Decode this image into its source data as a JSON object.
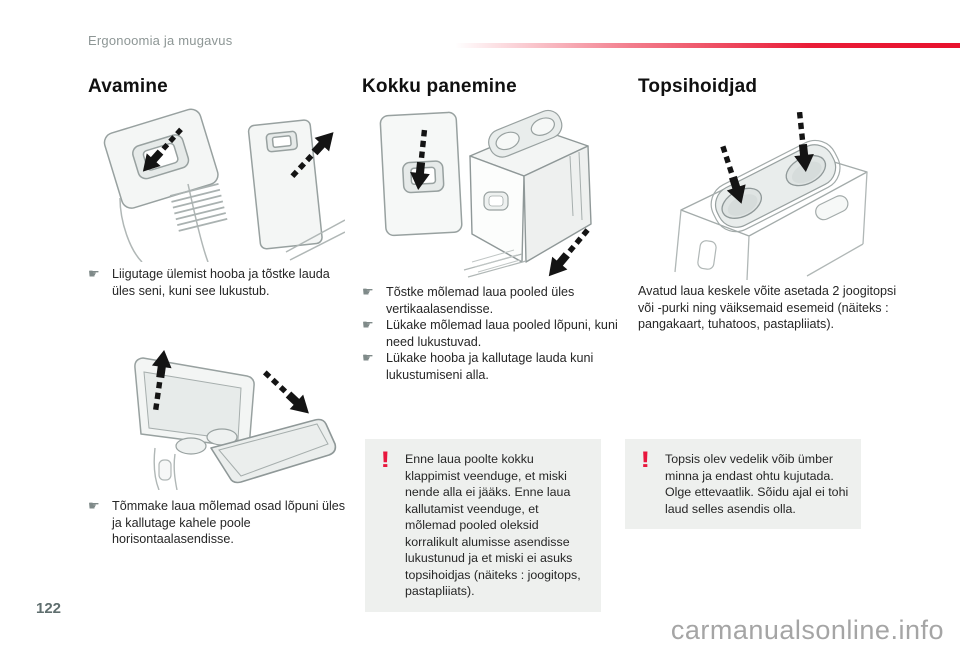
{
  "page": {
    "header_label": "Ergonoomia ja mugavus",
    "page_number": "122",
    "watermark": "carmanualsonline.info"
  },
  "icons": {
    "step_bullet": "☛",
    "warning_mark": "!"
  },
  "colors": {
    "accent_red": "#e8112d",
    "warning_red": "#e8173d",
    "warning_box_bg": "#eef0ee",
    "header_gray": "#8d9695",
    "page_number_gray": "#5f6e6e",
    "watermark_gray": "#a5a5a5",
    "lineart_gray": "#98a1a0"
  },
  "sections": {
    "avamine": {
      "title": "Avamine",
      "steps": [
        "Liigutage ülemist hooba ja tõstke lauda üles seni, kuni see lukustub.",
        "Tõmmake laua mõlemad osad lõpuni üles ja kallutage kahele poole horisontaalasendisse."
      ]
    },
    "kokku": {
      "title": "Kokku panemine",
      "steps": [
        "Tõstke mõlemad laua pooled üles vertikaalasendisse.",
        "Lükake mõlemad laua pooled lõpuni, kuni need lukustuvad.",
        "Lükake hooba ja kallutage lauda kuni lukustumiseni alla."
      ],
      "warning": "Enne laua poolte kokku klappimist veenduge, et miski nende alla ei jääks. Enne laua kallutamist veenduge, et mõlemad pooled oleksid korralikult alumisse asendisse lukustunud ja et miski ei asuks topsihoidjas (näiteks : joogitops, pastapliiats)."
    },
    "topsi": {
      "title": "Topsihoidjad",
      "body": "Avatud laua keskele võite asetada 2 joogitopsi või -purki ning väiksemaid esemeid (näiteks : pangakaart, tuhatoos, pastapliiats).",
      "warning": "Topsis olev vedelik võib ümber minna ja endast ohtu kujutada. Olge ettevaatlik. Sõidu ajal ei tohi laud selles asendis olla."
    }
  }
}
